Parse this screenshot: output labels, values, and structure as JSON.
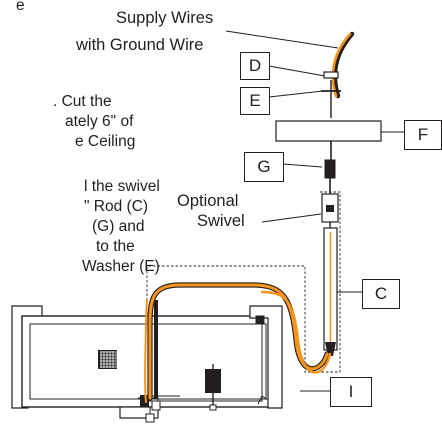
{
  "colors": {
    "wire": "#f7941d",
    "line": "#231f20",
    "fill": "#ffffff"
  },
  "instructions": {
    "line1": "e",
    "line2": ". Cut the",
    "line3": "ately 6\" of",
    "line4": "e Ceiling",
    "line5": "l the swivel",
    "line6": "\" Rod (C)",
    "line7": "(G) and",
    "line8": "to the",
    "line9": "Washer (E)"
  },
  "labels": {
    "supply_wires_line1": "Supply Wires",
    "supply_wires_line2": "with Ground Wire",
    "optional_swivel_line1": "Optional",
    "optional_swivel_line2": "Swivel"
  },
  "callouts": {
    "d": "D",
    "e": "E",
    "f": "F",
    "g": "G",
    "c": "C",
    "i": "I"
  }
}
